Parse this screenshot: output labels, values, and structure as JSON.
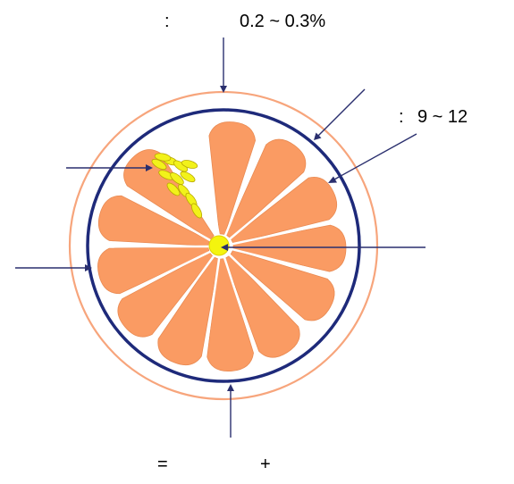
{
  "labels": {
    "top_colon": ":",
    "top_value": "0.2 ~ 0.3%",
    "right_colon": ":",
    "right_value": "9 ~ 12",
    "bottom_equals": "=",
    "bottom_plus": "+"
  },
  "colors": {
    "outer_ring": "#f7a57c",
    "inner_ring": "#1e2a7a",
    "segments": "#fa9b63",
    "segment_edge": "#e98a52",
    "juice_vesicles": "#f2f21a",
    "center": "#f4f40e",
    "arrows": "#2a2f6e"
  },
  "segment_count": 12
}
